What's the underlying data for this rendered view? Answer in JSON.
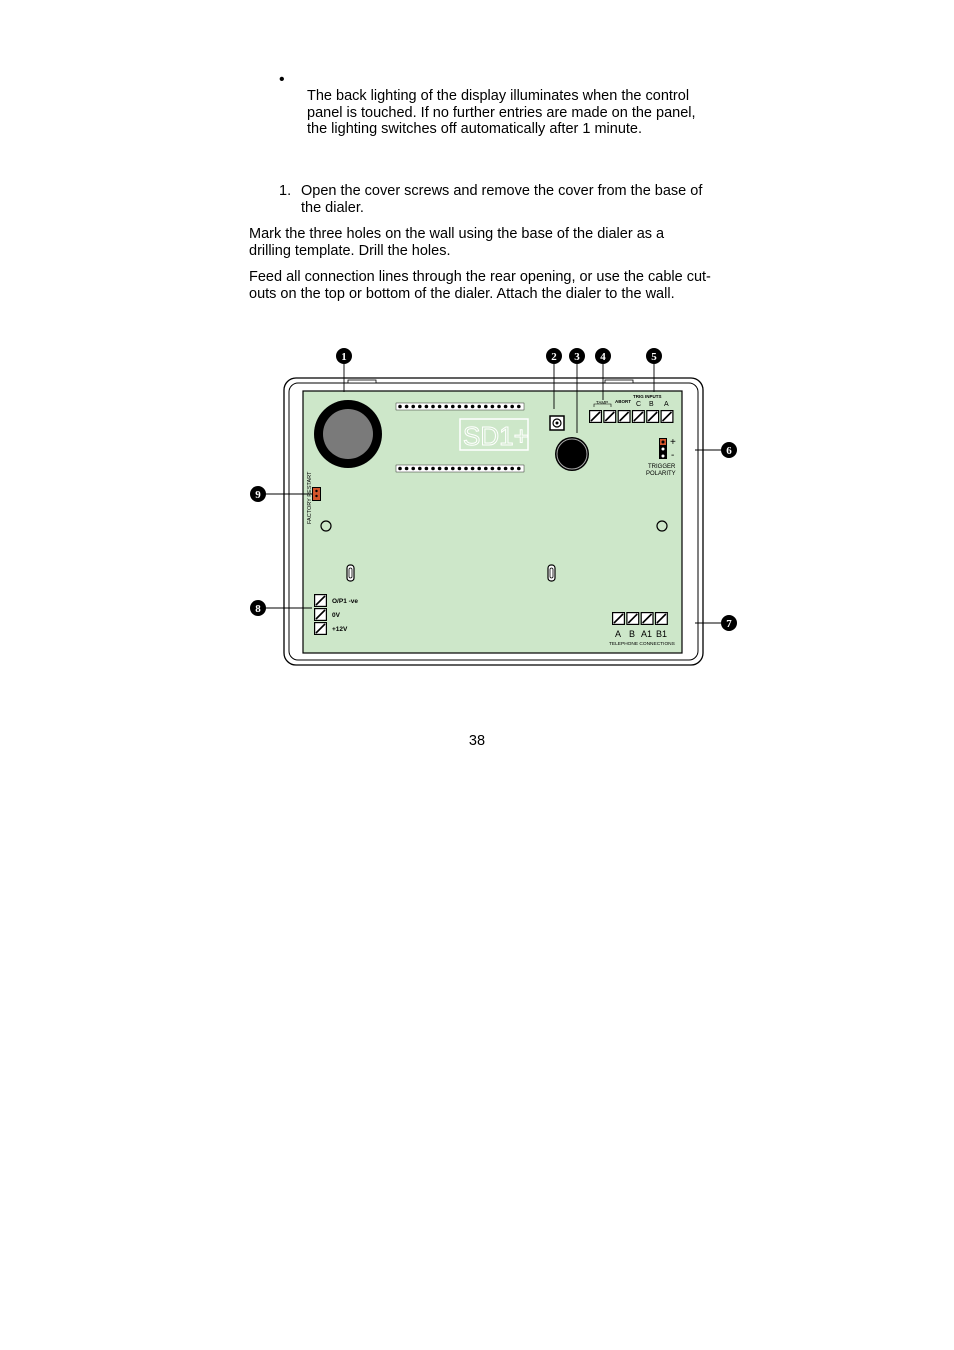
{
  "text": {
    "bullet_symbol": "•",
    "bullet_paragraph": "The back lighting of the display illuminates when the control panel is touched. If no further entries are made on the panel, the lighting switches off automatically after 1 minute.",
    "step_number": "1.",
    "step_text": "Open the cover screws and remove the cover from the base of the dialer.",
    "paragraph_2": "Mark the three holes on the wall using the base of the dialer as a drilling template. Drill the holes.",
    "paragraph_3": "Feed all connection lines through the rear opening, or use the cable cut-outs on the top or bottom of the dialer. Attach the dialer to the wall.",
    "page_number": "38"
  },
  "diagram": {
    "callouts": [
      "1",
      "2",
      "3",
      "4",
      "5",
      "6",
      "7",
      "8",
      "9"
    ],
    "board_logo": "SD1+",
    "labels": {
      "tamp": "TAMP",
      "abort": "ABORT",
      "trig_inputs": "TRIG INPUTS",
      "terminal_c": "C",
      "terminal_b": "B",
      "terminal_a": "A",
      "plus": "+",
      "minus": "-",
      "trigger": "TRIGGER",
      "polarity": "POLARITY",
      "factory_restart": "FACTORY RESTART",
      "op1": "O/P1 -ve",
      "zero_v": "0V",
      "plus12v": "+12V",
      "tel_a": "A",
      "tel_b": "B",
      "tel_a1": "A1",
      "tel_b1": "B1",
      "telephone_connections": "TELEPHONE CONNECTIONS"
    },
    "colors": {
      "board": "#cde7c9",
      "jumper": "#d2552b",
      "outline": "#000000"
    }
  }
}
